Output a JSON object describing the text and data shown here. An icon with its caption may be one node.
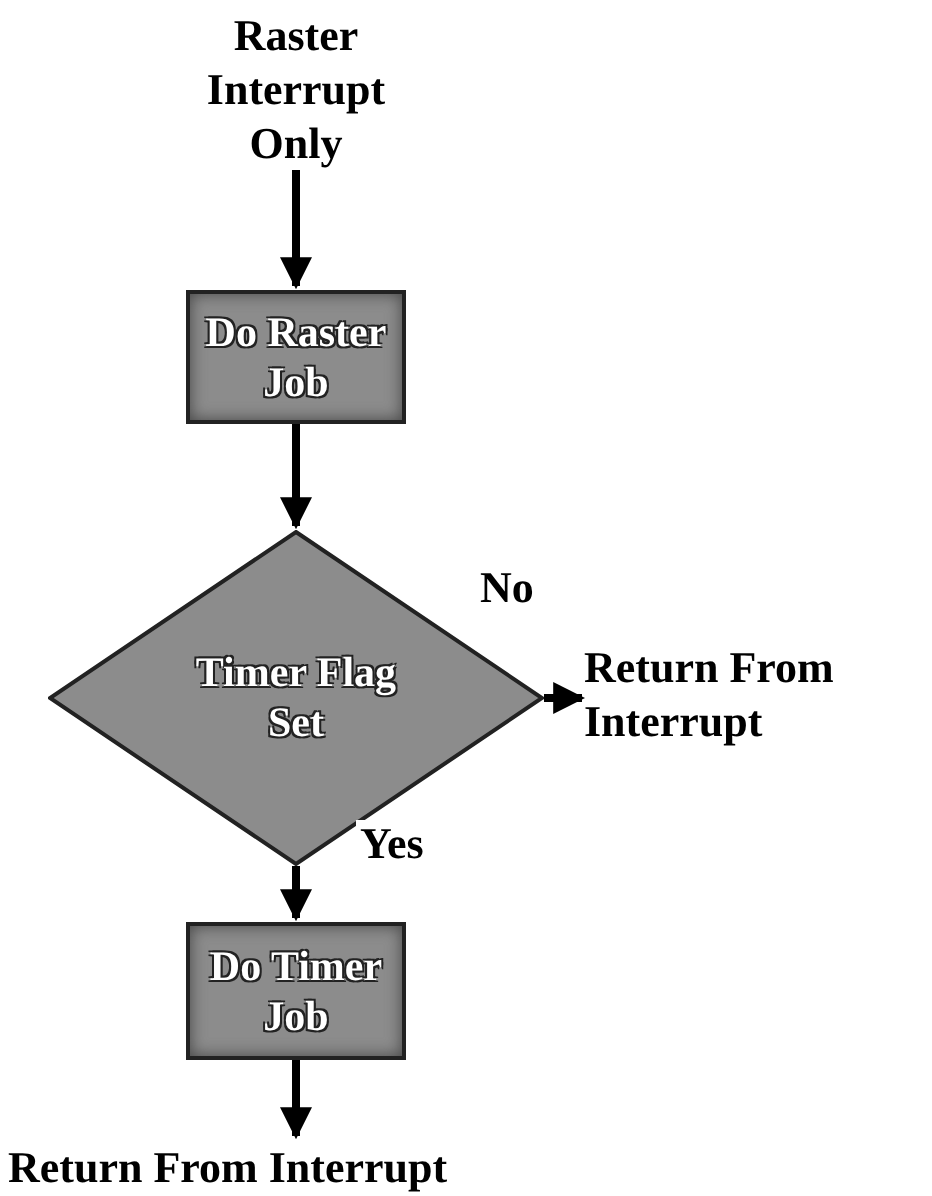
{
  "diagram": {
    "nodes": [
      {
        "text": [
          "Raster Interrupt Only"
        ]
      },
      {
        "text": [
          "Do Raster Job"
        ]
      },
      {
        "text": [
          "Timer Flag Set"
        ]
      },
      {
        "text": [
          "Return From Interrupt"
        ]
      },
      {
        "text": [
          "Do Timer Job"
        ]
      },
      {
        "text": [
          "Return From Interrupt"
        ]
      }
    ],
    "edges": [
      {
        "from": 0,
        "to": 1,
        "arrow": "to"
      },
      {
        "from": 1,
        "to": 2,
        "arrow": "to"
      },
      {
        "from": 2,
        "to": 3,
        "arrow": "to",
        "label": "No"
      },
      {
        "from": 2,
        "to": 4,
        "arrow": "to",
        "label": "Yes"
      },
      {
        "from": 4,
        "to": 5,
        "arrow": "to"
      }
    ]
  }
}
